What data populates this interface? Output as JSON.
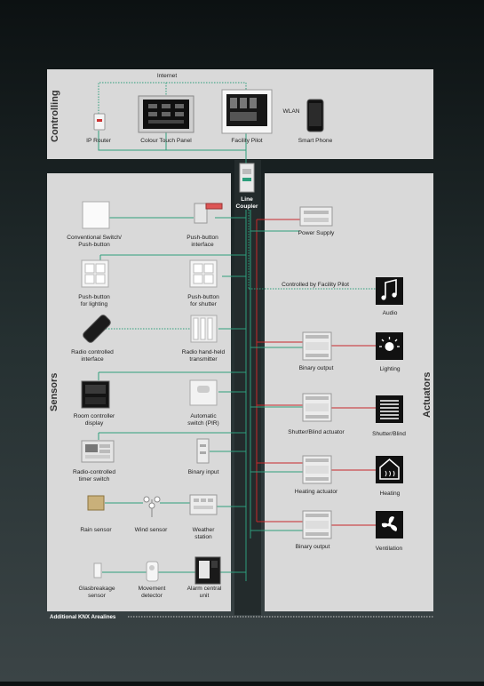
{
  "sections": {
    "controlling": "Controlling",
    "sensors": "Sensors",
    "actuators": "Actuators"
  },
  "controlling": {
    "internet": "Internet",
    "wlan": "WLAN",
    "ip_router": "IP Router",
    "colour_touch_panel": "Colour Touch Panel",
    "facility_pilot": "Facility Pilot",
    "smart_phone": "Smart Phone"
  },
  "line_coupler": {
    "line1": "Line",
    "line2": "Coupler"
  },
  "sensors": {
    "conventional_switch": {
      "line1": "Conventional Switch/",
      "line2": "Push-button"
    },
    "pushbutton_interface": {
      "line1": "Push-button",
      "line2": "interface"
    },
    "pushbutton_lighting": {
      "line1": "Push-button",
      "line2": "for lighting"
    },
    "pushbutton_shutter": {
      "line1": "Push-button",
      "line2": "for shutter"
    },
    "radio_interface": {
      "line1": "Radio controlled",
      "line2": "interface"
    },
    "radio_transmitter": {
      "line1": "Radio hand-held",
      "line2": "transmitter"
    },
    "room_controller": {
      "line1": "Room controller",
      "line2": "display"
    },
    "automatic_switch": {
      "line1": "Automatic",
      "line2": "switch (PIR)"
    },
    "timer_switch": {
      "line1": "Radio-controlled",
      "line2": "timer switch"
    },
    "binary_input": "Binary input",
    "rain_sensor": "Rain sensor",
    "wind_sensor": "Wind sensor",
    "weather_station": {
      "line1": "Weather",
      "line2": "station"
    },
    "glasbreakage": {
      "line1": "Glasbreakage",
      "line2": "sensor"
    },
    "movement": {
      "line1": "Movement",
      "line2": "detector"
    },
    "alarm": {
      "line1": "Alarm central",
      "line2": "unit"
    }
  },
  "actuators": {
    "power_supply": "Power Supply",
    "controlled_by": "Controlled by Facility Pilot",
    "audio": "Audio",
    "binary_output_1": "Binary output",
    "lighting": "Lighting",
    "shutter_actuator": "Shutter/Blind actuator",
    "shutter_blind": "Shutter/Blind",
    "heating_actuator": "Heating actuator",
    "heating": "Heating",
    "binary_output_2": "Binary output",
    "ventilation": "Ventilation"
  },
  "footer": {
    "additional": "Additional KNX Arealines"
  },
  "colors": {
    "bus_green": "#2e9e7c",
    "power_red": "#c8282a",
    "panel_bg": "#d9d9d9",
    "backbone": "#232b2c"
  }
}
